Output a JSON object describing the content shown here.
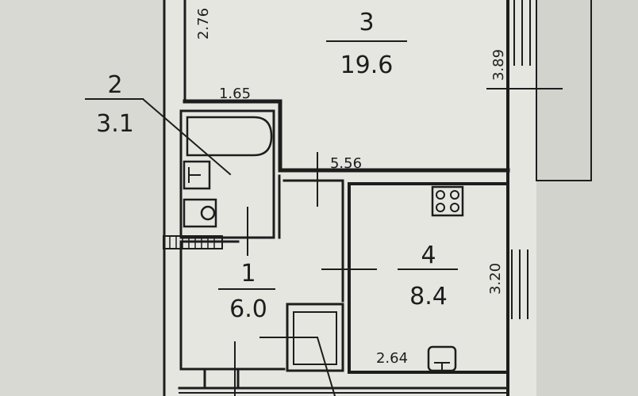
{
  "rooms": [
    {
      "number": "3",
      "area": "19.6"
    },
    {
      "number": "2",
      "area": "3.1"
    },
    {
      "number": "1",
      "area": "6.0"
    },
    {
      "number": "4",
      "area": "8.4"
    }
  ],
  "dimensions": {
    "top_left": "2.76",
    "bath_width": "1.65",
    "right_window": "3.89",
    "corridor": "5.56",
    "kitchen_height": "3.20",
    "kitchen_width": "2.64"
  },
  "colors": {
    "background": "#d9d9d4",
    "wall": "#1d1d1d",
    "paper": "#e8e8e3"
  }
}
